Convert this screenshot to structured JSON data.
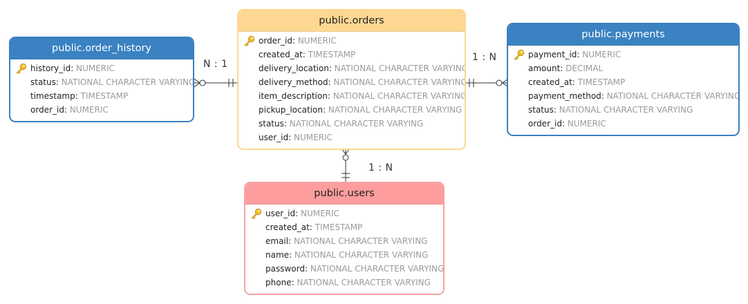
{
  "tables": {
    "order_history": {
      "title": "public.order_history",
      "header_color": "#3a82c1",
      "border_color": "#3a7fc0",
      "header_text_color": "#ffffff",
      "columns": [
        {
          "name": "history_id",
          "type": "NUMERIC",
          "pk": true
        },
        {
          "name": "status",
          "type": "NATIONAL CHARACTER VARYING",
          "pk": false
        },
        {
          "name": "timestamp",
          "type": "TIMESTAMP",
          "pk": false
        },
        {
          "name": "order_id",
          "type": "NUMERIC",
          "pk": false
        }
      ]
    },
    "orders": {
      "title": "public.orders",
      "header_color": "#fed893",
      "border_color": "#fcd790",
      "header_text_color": "#222222",
      "columns": [
        {
          "name": "order_id",
          "type": "NUMERIC",
          "pk": true
        },
        {
          "name": "created_at",
          "type": "TIMESTAMP",
          "pk": false
        },
        {
          "name": "delivery_location",
          "type": "NATIONAL CHARACTER VARYING",
          "pk": false
        },
        {
          "name": "delivery_method",
          "type": "NATIONAL CHARACTER VARYING",
          "pk": false
        },
        {
          "name": "item_description",
          "type": "NATIONAL CHARACTER VARYING",
          "pk": false
        },
        {
          "name": "pickup_location",
          "type": "NATIONAL CHARACTER VARYING",
          "pk": false
        },
        {
          "name": "status",
          "type": "NATIONAL CHARACTER VARYING",
          "pk": false
        },
        {
          "name": "user_id",
          "type": "NUMERIC",
          "pk": false
        }
      ]
    },
    "payments": {
      "title": "public.payments",
      "header_color": "#3a82c1",
      "border_color": "#3a7fc0",
      "header_text_color": "#ffffff",
      "columns": [
        {
          "name": "payment_id",
          "type": "NUMERIC",
          "pk": true
        },
        {
          "name": "amount",
          "type": "DECIMAL",
          "pk": false
        },
        {
          "name": "created_at",
          "type": "TIMESTAMP",
          "pk": false
        },
        {
          "name": "payment_method",
          "type": "NATIONAL CHARACTER VARYING",
          "pk": false
        },
        {
          "name": "status",
          "type": "NATIONAL CHARACTER VARYING",
          "pk": false
        },
        {
          "name": "order_id",
          "type": "NUMERIC",
          "pk": false
        }
      ]
    },
    "users": {
      "title": "public.users",
      "header_color": "#fe9d9d",
      "border_color": "#f6a3a3",
      "header_text_color": "#222222",
      "columns": [
        {
          "name": "user_id",
          "type": "NUMERIC",
          "pk": true
        },
        {
          "name": "created_at",
          "type": "TIMESTAMP",
          "pk": false
        },
        {
          "name": "email",
          "type": "NATIONAL CHARACTER VARYING",
          "pk": false
        },
        {
          "name": "name",
          "type": "NATIONAL CHARACTER VARYING",
          "pk": false
        },
        {
          "name": "password",
          "type": "NATIONAL CHARACTER VARYING",
          "pk": false
        },
        {
          "name": "phone",
          "type": "NATIONAL CHARACTER VARYING",
          "pk": false
        }
      ]
    }
  },
  "relationships": {
    "order_history_orders": "N : 1",
    "orders_payments": "1 : N",
    "orders_users": "1 : N"
  },
  "colors": {
    "connector": "#333333",
    "key_icon": "#f2c02f"
  },
  "icons": {
    "primary_key": "key-icon"
  }
}
